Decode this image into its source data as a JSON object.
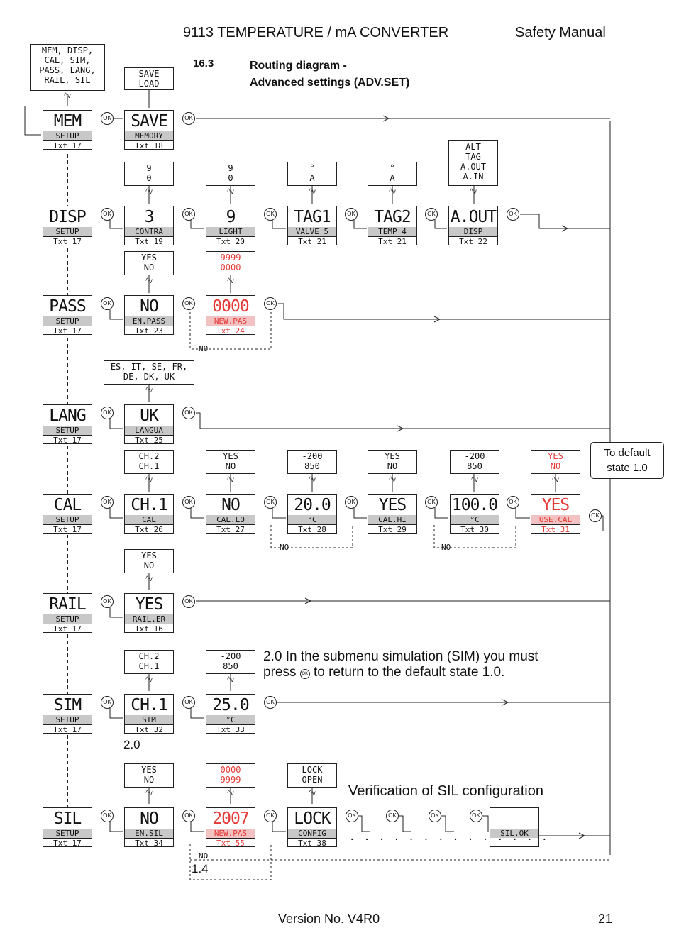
{
  "header": {
    "title": "9113 TEMPERATURE / mA CONVERTER",
    "manual": "Safety Manual"
  },
  "section": {
    "number": "16.3",
    "title_line1": "Routing diagram -",
    "title_line2": "Advanced settings (ADV.SET)"
  },
  "top_menu_options": [
    "MEM, DISP,",
    "CAL, SIM,",
    "PASS, LANG,",
    "RAIL, SIL"
  ],
  "ok_label": "OK",
  "arrows_label": "^v",
  "rows": [
    {
      "menu": {
        "big": "MEM",
        "bar": "SETUP",
        "txt": "Txt 17"
      },
      "items": [
        {
          "opts": [
            "SAVE",
            "LOAD"
          ],
          "big": "SAVE",
          "bar": "MEMORY",
          "txt": "Txt 18"
        }
      ]
    },
    {
      "menu": {
        "big": "DISP",
        "bar": "SETUP",
        "txt": "Txt 17"
      },
      "items": [
        {
          "opts": [
            "9",
            "0"
          ],
          "big": "3",
          "bar": "CONTRA",
          "txt": "Txt 19"
        },
        {
          "opts": [
            "9",
            "0"
          ],
          "big": "9",
          "bar": "LIGHT",
          "txt": "Txt 20"
        },
        {
          "opts": [
            "°",
            "A"
          ],
          "big": "TAG1",
          "bar": "VALVE 5",
          "txt": "Txt 21"
        },
        {
          "opts": [
            "°",
            "A"
          ],
          "big": "TAG2",
          "bar": "TEMP 4",
          "txt": "Txt 21"
        },
        {
          "opts": [
            "ALT",
            "TAG",
            "A.OUT",
            "A.IN"
          ],
          "big": "A.OUT",
          "bar": "DISP",
          "txt": "Txt 22"
        }
      ]
    },
    {
      "menu": {
        "big": "PASS",
        "bar": "SETUP",
        "txt": "Txt 17"
      },
      "items": [
        {
          "opts": [
            "YES",
            "NO"
          ],
          "big": "NO",
          "bar": "EN.PASS",
          "txt": "Txt 23"
        },
        {
          "opts": [
            "9999",
            "0000"
          ],
          "big": "0000",
          "bar": "NEW.PAS",
          "txt": "Txt 24",
          "red": true
        }
      ],
      "no_label": "NO"
    },
    {
      "menu": {
        "big": "LANG",
        "bar": "SETUP",
        "txt": "Txt 17"
      },
      "items": [
        {
          "opts": [
            "ES, IT, SE, FR,",
            "DE, DK, UK"
          ],
          "big": "UK",
          "bar": "LANGUA",
          "txt": "Txt 25"
        }
      ]
    },
    {
      "menu": {
        "big": "CAL",
        "bar": "SETUP",
        "txt": "Txt 17"
      },
      "items": [
        {
          "opts": [
            "CH.2",
            "CH.1"
          ],
          "big": "CH.1",
          "bar": "CAL",
          "txt": "Txt 26"
        },
        {
          "opts": [
            "YES",
            "NO"
          ],
          "big": "NO",
          "bar": "CAL.LO",
          "txt": "Txt 27"
        },
        {
          "opts": [
            "-200",
            "850"
          ],
          "big": "20.0",
          "bar": "°C",
          "txt": "Txt 28"
        },
        {
          "opts": [
            "YES",
            "NO"
          ],
          "big": "YES",
          "bar": "CAL.HI",
          "txt": "Txt 29"
        },
        {
          "opts": [
            "-200",
            "850"
          ],
          "big": "100.0",
          "bar": "°C",
          "txt": "Txt 30"
        },
        {
          "opts": [
            "YES",
            "NO"
          ],
          "big": "YES",
          "bar": "USE.CAL",
          "txt": "Txt 31",
          "red": true
        }
      ],
      "no_label_1": "NO",
      "no_label_2": "NO"
    },
    {
      "menu": {
        "big": "RAIL",
        "bar": "SETUP",
        "txt": "Txt 17"
      },
      "items": [
        {
          "opts": [
            "YES",
            "NO"
          ],
          "big": "YES",
          "bar": "RAIL.ER",
          "txt": "Txt 16"
        }
      ]
    },
    {
      "menu": {
        "big": "SIM",
        "bar": "SETUP",
        "txt": "Txt 17"
      },
      "items": [
        {
          "opts": [
            "CH.2",
            "CH.1"
          ],
          "big": "CH.1",
          "bar": "SIM",
          "txt": "Txt 32"
        },
        {
          "opts": [
            "-200",
            "850"
          ],
          "big": "25.0",
          "bar": "°C",
          "txt": "Txt 33"
        }
      ],
      "state_label": "2.0"
    },
    {
      "menu": {
        "big": "SIL",
        "bar": "SETUP",
        "txt": "Txt 17"
      },
      "items": [
        {
          "opts": [
            "YES",
            "NO"
          ],
          "big": "NO",
          "bar": "EN.SIL",
          "txt": "Txt 34"
        },
        {
          "opts": [
            "0000",
            "9999"
          ],
          "big": "2007",
          "bar": "NEW.PAS",
          "txt": "Txt 55",
          "red": true
        },
        {
          "opts": [
            "LOCK",
            "OPEN"
          ],
          "big": "LOCK",
          "bar": "CONFIG",
          "txt": "Txt 38"
        }
      ],
      "final_bar": "SIL.OK",
      "no_label": "NO",
      "state_label": "1.4",
      "verification": "Verification of SIL configuration",
      "dots": ". . . . . . . .     . . . . . ."
    }
  ],
  "callout": {
    "line1": "To default",
    "line2": "state 1.0"
  },
  "sim_note": {
    "line1": "2.0 In the submenu simulation (SIM) you must",
    "line2_a": "press",
    "line2_b": "to return to the default state 1.0."
  },
  "footer": {
    "version": "Version No. V4R0",
    "page": "21"
  }
}
